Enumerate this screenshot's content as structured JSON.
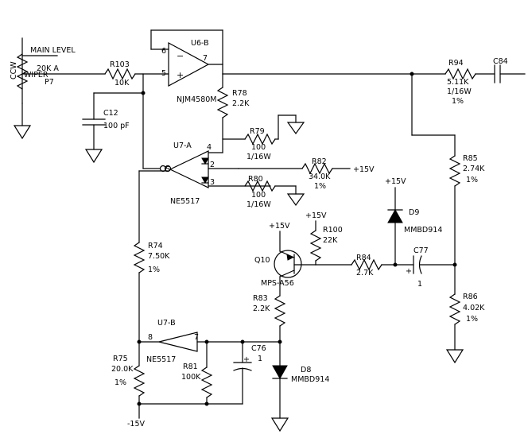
{
  "labels": {
    "main_level": "MAIN LEVEL",
    "pot_value": "20K A",
    "pot_p7": "P7",
    "pot_ccw": "CCW",
    "pot_wiper": "WIPER",
    "r103_ref": "R103",
    "r103_val": "10K",
    "c12_ref": "C12",
    "c12_val": "100 pF",
    "u6b_ref": "U6-B",
    "u6b_pin6": "6",
    "u6b_pin5": "5",
    "u6b_pin7": "7",
    "u6b_part": "NJM4580M",
    "r78_ref": "R78",
    "r78_val": "2.2K",
    "r94_ref": "R94",
    "r94_val": "5.11K",
    "r94_pwr": "1/16W",
    "r94_tol": "1%",
    "c84_ref": "C84",
    "r79_ref": "R79",
    "r79_val": "100",
    "r79_pwr": "1/16W",
    "u7a_ref": "U7-A",
    "u7a_pin4": "4",
    "u7a_pin2": "2",
    "u7a_pin3": "3",
    "u7a_pin5": "5",
    "u7a_part": "NE5517",
    "r82_ref": "R82",
    "r82_val": "34.0K",
    "r82_tol": "1%",
    "r82_rail": "+15V",
    "r80_ref": "R80",
    "r80_val": "100",
    "r80_pwr": "1/16W",
    "r85_ref": "R85",
    "r85_val": "2.74K",
    "r85_tol": "1%",
    "d9_rail": "+15V",
    "d9_ref": "D9",
    "d9_part": "MMBD914",
    "r100_rail": "+15V",
    "r100_ref": "R100",
    "r100_val": "22K",
    "q10_rail": "+15V",
    "q10_ref": "Q10",
    "q10_part": "MPS-A56",
    "r84_ref": "R84",
    "r84_val": "2.7K",
    "c77_ref": "C77",
    "c77_val": "1",
    "c77_plus": "+",
    "r74_ref": "R74",
    "r74_val": "7.50K",
    "r74_tol": "1%",
    "r83_ref": "R83",
    "r83_val": "2.2K",
    "r86_ref": "R86",
    "r86_val": "4.02K",
    "r86_tol": "1%",
    "u7b_ref": "U7-B",
    "u7b_pin8": "8",
    "u7b_pin7": "7",
    "u7b_part": "NE5517",
    "c76_ref": "C76",
    "c76_val": "1",
    "c76_plus": "+",
    "r75_ref": "R75",
    "r75_val": "20.0K",
    "r75_tol": "1%",
    "r81_ref": "R81",
    "r81_val": "100K",
    "d8_ref": "D8",
    "d8_part": "MMBD914",
    "neg_rail": "-15V"
  }
}
